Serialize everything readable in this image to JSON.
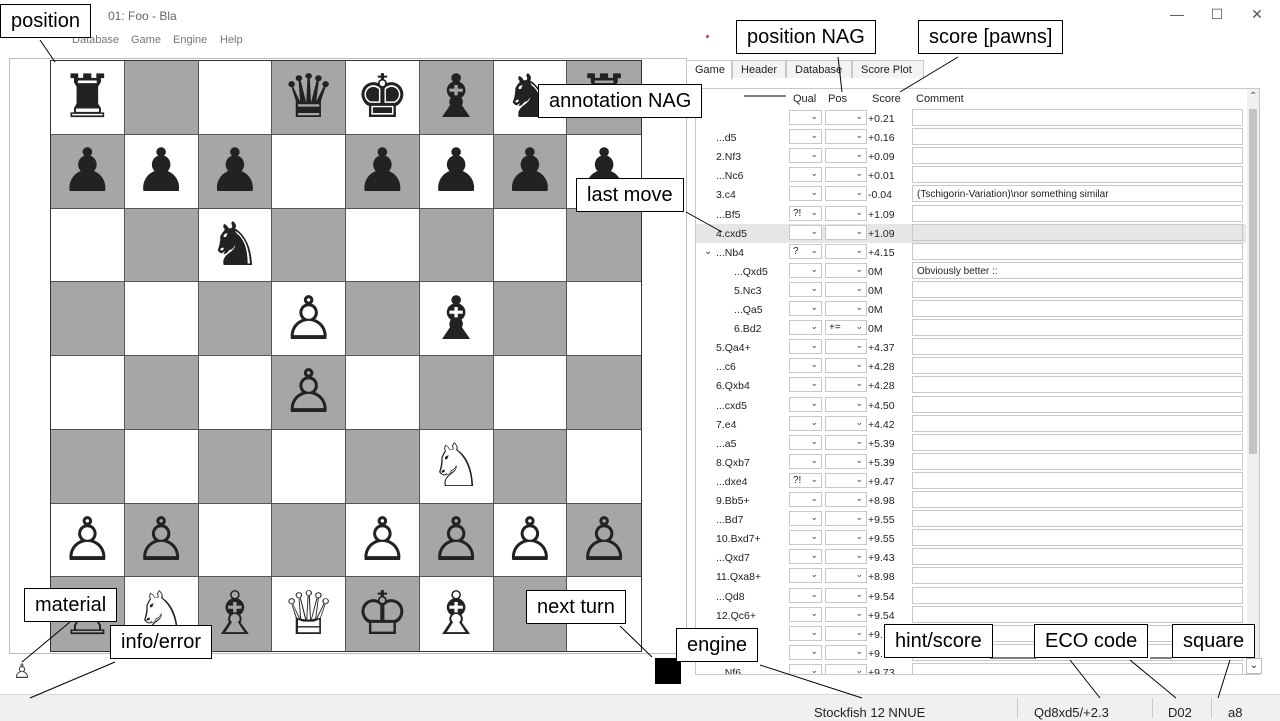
{
  "window": {
    "title": "01: Foo - Bla",
    "controls": {
      "minimize": "—",
      "maximize": "☐",
      "close": "✕"
    }
  },
  "menu": [
    "Database",
    "Game",
    "Engine",
    "Help"
  ],
  "tabs": [
    {
      "label": "Game",
      "active": true
    },
    {
      "label": "Header",
      "active": false
    },
    {
      "label": "Database",
      "active": false
    },
    {
      "label": "Score Plot",
      "active": false
    }
  ],
  "table": {
    "headers": {
      "qual": "Qual",
      "pos": "Pos",
      "score": "Score",
      "comment": "Comment"
    },
    "rows": [
      {
        "move": "",
        "qual": "",
        "pos": "",
        "score": "+0.21",
        "comment": "",
        "indent": 0
      },
      {
        "move": "...d5",
        "qual": "",
        "pos": "",
        "score": "+0.16",
        "comment": "",
        "indent": 0
      },
      {
        "move": "2.Nf3",
        "qual": "",
        "pos": "",
        "score": "+0.09",
        "comment": "",
        "indent": 0
      },
      {
        "move": "...Nc6",
        "qual": "",
        "pos": "",
        "score": "+0.01",
        "comment": "",
        "indent": 0
      },
      {
        "move": "3.c4",
        "qual": "",
        "pos": "",
        "score": "-0.04",
        "comment": "(Tschigorin-Variation)\\nor something similar",
        "indent": 0
      },
      {
        "move": "...Bf5",
        "qual": "?!",
        "pos": "",
        "score": "+1.09",
        "comment": "",
        "indent": 0
      },
      {
        "move": "4.cxd5",
        "qual": "",
        "pos": "",
        "score": "+1.09",
        "comment": "",
        "indent": 0,
        "selected": true
      },
      {
        "move": "...Nb4",
        "qual": "?",
        "pos": "",
        "score": "+4.15",
        "comment": "",
        "indent": 0,
        "expand": "⌄"
      },
      {
        "move": "...Qxd5",
        "qual": "",
        "pos": "",
        "score": "0M",
        "comment": "Obviously better ::",
        "indent": 1
      },
      {
        "move": "5.Nc3",
        "qual": "",
        "pos": "",
        "score": "0M",
        "comment": "",
        "indent": 1
      },
      {
        "move": "...Qa5",
        "qual": "",
        "pos": "",
        "score": "0M",
        "comment": "",
        "indent": 1
      },
      {
        "move": "6.Bd2",
        "qual": "",
        "pos": "+=",
        "score": "0M",
        "comment": "",
        "indent": 1
      },
      {
        "move": "5.Qa4+",
        "qual": "",
        "pos": "",
        "score": "+4.37",
        "comment": "",
        "indent": 0
      },
      {
        "move": "...c6",
        "qual": "",
        "pos": "",
        "score": "+4.28",
        "comment": "",
        "indent": 0
      },
      {
        "move": "6.Qxb4",
        "qual": "",
        "pos": "",
        "score": "+4.28",
        "comment": "",
        "indent": 0
      },
      {
        "move": "...cxd5",
        "qual": "",
        "pos": "",
        "score": "+4.50",
        "comment": "",
        "indent": 0
      },
      {
        "move": "7.e4",
        "qual": "",
        "pos": "",
        "score": "+4.42",
        "comment": "",
        "indent": 0
      },
      {
        "move": "...a5",
        "qual": "",
        "pos": "",
        "score": "+5.39",
        "comment": "",
        "indent": 0
      },
      {
        "move": "8.Qxb7",
        "qual": "",
        "pos": "",
        "score": "+5.39",
        "comment": "",
        "indent": 0
      },
      {
        "move": "...dxe4",
        "qual": "?!",
        "pos": "",
        "score": "+9.47",
        "comment": "",
        "indent": 0
      },
      {
        "move": "9.Bb5+",
        "qual": "",
        "pos": "",
        "score": "+8.98",
        "comment": "",
        "indent": 0
      },
      {
        "move": "...Bd7",
        "qual": "",
        "pos": "",
        "score": "+9.55",
        "comment": "",
        "indent": 0
      },
      {
        "move": "10.Bxd7+",
        "qual": "",
        "pos": "",
        "score": "+9.55",
        "comment": "",
        "indent": 0
      },
      {
        "move": "...Qxd7",
        "qual": "",
        "pos": "",
        "score": "+9.43",
        "comment": "",
        "indent": 0
      },
      {
        "move": "11.Qxa8+",
        "qual": "",
        "pos": "",
        "score": "+8.98",
        "comment": "",
        "indent": 0
      },
      {
        "move": "...Qd8",
        "qual": "",
        "pos": "",
        "score": "+9.54",
        "comment": "",
        "indent": 0
      },
      {
        "move": "12.Qc6+",
        "qual": "",
        "pos": "",
        "score": "+9.54",
        "comment": "",
        "indent": 0
      },
      {
        "move": "",
        "qual": "",
        "pos": "",
        "score": "+9.",
        "comment": "",
        "indent": 0
      },
      {
        "move": "",
        "qual": "",
        "pos": "",
        "score": "+9.",
        "comment": "",
        "indent": 0
      },
      {
        "move": "...Nf6",
        "qual": "",
        "pos": "",
        "score": "+9.73",
        "comment": "",
        "indent": 0
      }
    ]
  },
  "board": {
    "squares": [
      [
        "♜",
        "",
        "",
        "♛",
        "♚",
        "♝",
        "♞",
        "♜"
      ],
      [
        "♟",
        "♟",
        "♟",
        "",
        "♟",
        "♟",
        "♟",
        "♟"
      ],
      [
        "",
        "",
        "♞",
        "",
        "",
        "",
        "",
        ""
      ],
      [
        "",
        "",
        "",
        "♙",
        "",
        "♝",
        "",
        ""
      ],
      [
        "",
        "",
        "",
        "♙",
        "",
        "",
        "",
        ""
      ],
      [
        "",
        "",
        "",
        "",
        "",
        "♘",
        "",
        ""
      ],
      [
        "♙",
        "♙",
        "",
        "",
        "♙",
        "♙",
        "♙",
        "♙"
      ],
      [
        "♖",
        "♘",
        "♗",
        "♕",
        "♔",
        "♗",
        "",
        ""
      ]
    ]
  },
  "status": {
    "material_icon": "♙",
    "engine": "Stockfish 12 NNUE",
    "hint_score": "Qd8xd5/+2.3",
    "eco": "D02",
    "square": "a8"
  },
  "callouts": {
    "position": "position",
    "position_nag": "position NAG",
    "score_pawns": "score [pawns]",
    "annotation_nag": "annotation NAG",
    "last_move": "last move",
    "material": "material",
    "info_error": "info/error",
    "next_turn": "next turn",
    "engine": "engine",
    "hint_score": "hint/score",
    "eco_code": "ECO code",
    "square": "square"
  }
}
